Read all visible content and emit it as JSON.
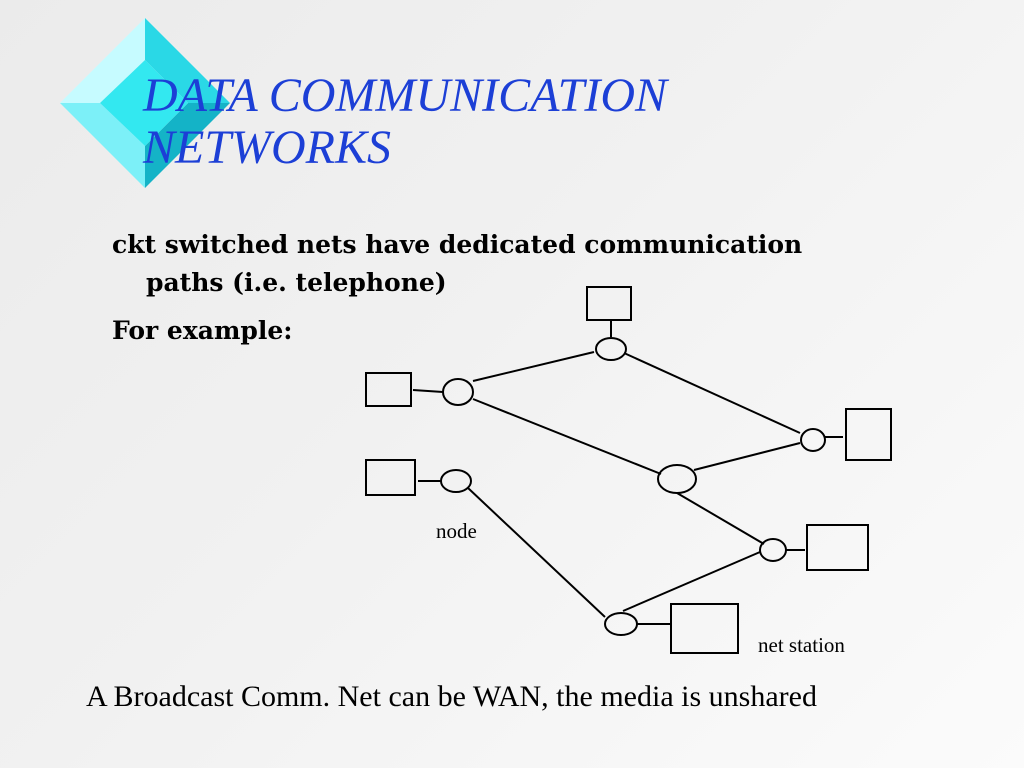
{
  "slide": {
    "title_lines": [
      "DATA COMMUNICATION",
      "NETWORKS"
    ],
    "bullets": [
      "ckt switched nets have dedicated communication",
      "paths (i.e. telephone)",
      "For example:"
    ],
    "footer": "A Broadcast Comm. Net can be WAN, the media is unshared",
    "colors": {
      "title": "#1c3fd6",
      "diamond": "#33e8f0"
    }
  },
  "diagram": {
    "labels": {
      "node": "node",
      "station": "net station"
    }
  }
}
